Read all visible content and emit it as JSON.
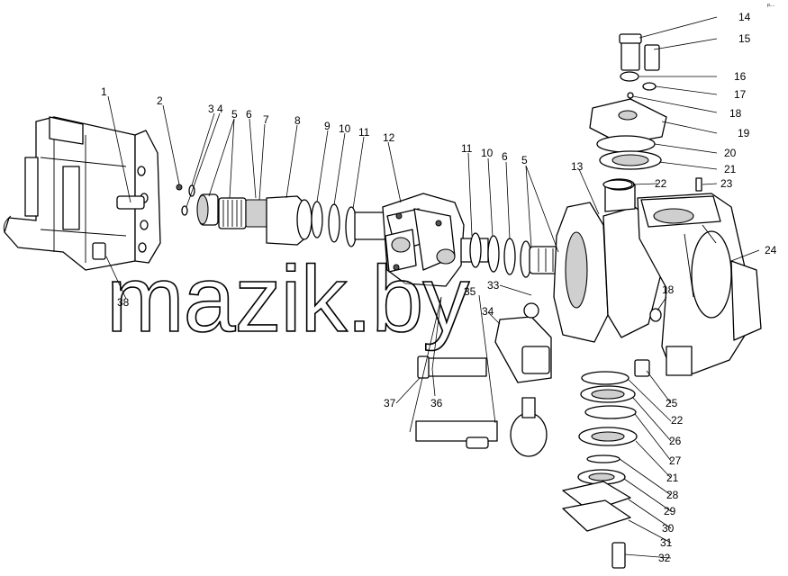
{
  "watermark": "mazik.by",
  "corner_mark": "p....",
  "callouts": {
    "c1": "1",
    "c2": "2",
    "c3": "3",
    "c4": "4",
    "c5a": "5",
    "c6a": "6",
    "c7": "7",
    "c8": "8",
    "c9": "9",
    "c10a": "10",
    "c11a": "11",
    "c12": "12",
    "c11b": "11",
    "c10b": "10",
    "c6b": "6",
    "c5b": "5",
    "c13": "13",
    "c14": "14",
    "c15": "15",
    "c16": "16",
    "c17": "17",
    "c18a": "18",
    "c19": "19",
    "c20": "20",
    "c21a": "21",
    "c22a": "22",
    "c23": "23",
    "c24": "24",
    "c18b": "18",
    "c33": "33",
    "c35": "35",
    "c34": "34",
    "c25": "25",
    "c22b": "22",
    "c26": "26",
    "c27": "27",
    "c21b": "21",
    "c28": "28",
    "c29": "29",
    "c30": "30",
    "c31": "31",
    "c32": "32",
    "c37": "37",
    "c36": "36",
    "c38": "38"
  }
}
